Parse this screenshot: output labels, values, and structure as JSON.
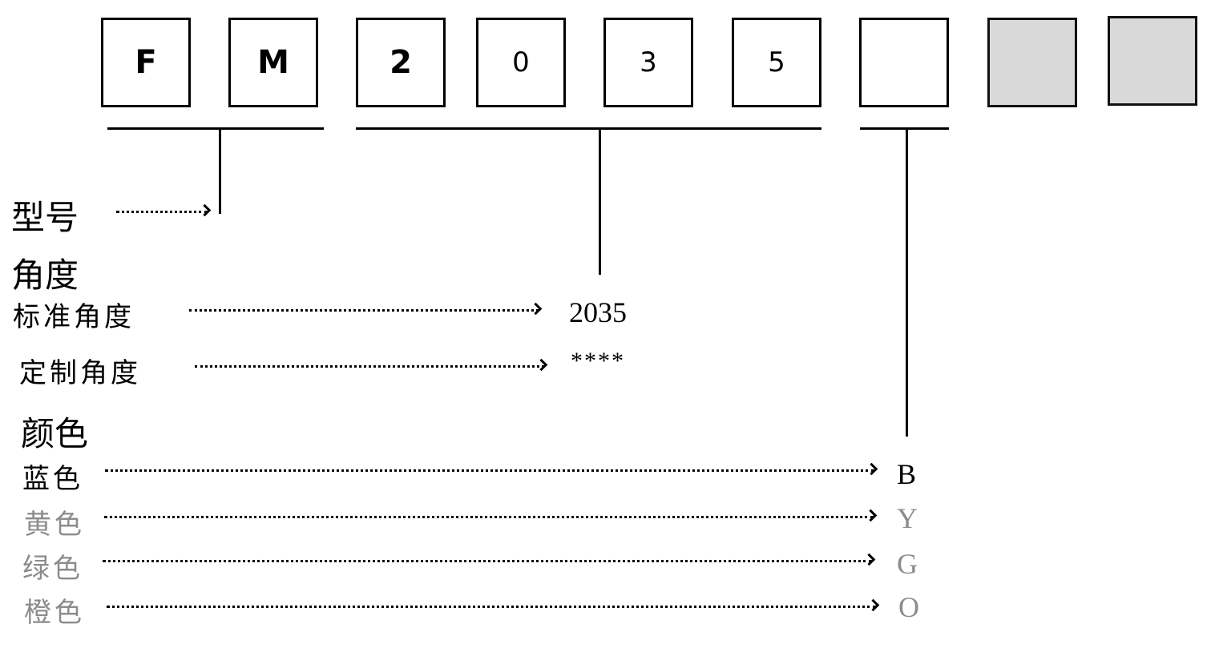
{
  "code_boxes": [
    "F",
    "M",
    "2",
    "0",
    "3",
    "5",
    "",
    "",
    ""
  ],
  "labels": {
    "model": "型号",
    "angle": "角度",
    "standard_angle": "标准角度",
    "custom_angle": "定制角度",
    "color": "颜色",
    "blue": "蓝色",
    "yellow": "黄色",
    "green": "绿色",
    "orange": "橙色"
  },
  "codes": {
    "standard_angle": "2035",
    "custom_angle": "****",
    "blue": "B",
    "yellow": "Y",
    "green": "G",
    "orange": "O"
  },
  "colors": {
    "active": "#000000",
    "inactive": "#8c8c8c",
    "empty_slot": "#d9d9d9"
  }
}
